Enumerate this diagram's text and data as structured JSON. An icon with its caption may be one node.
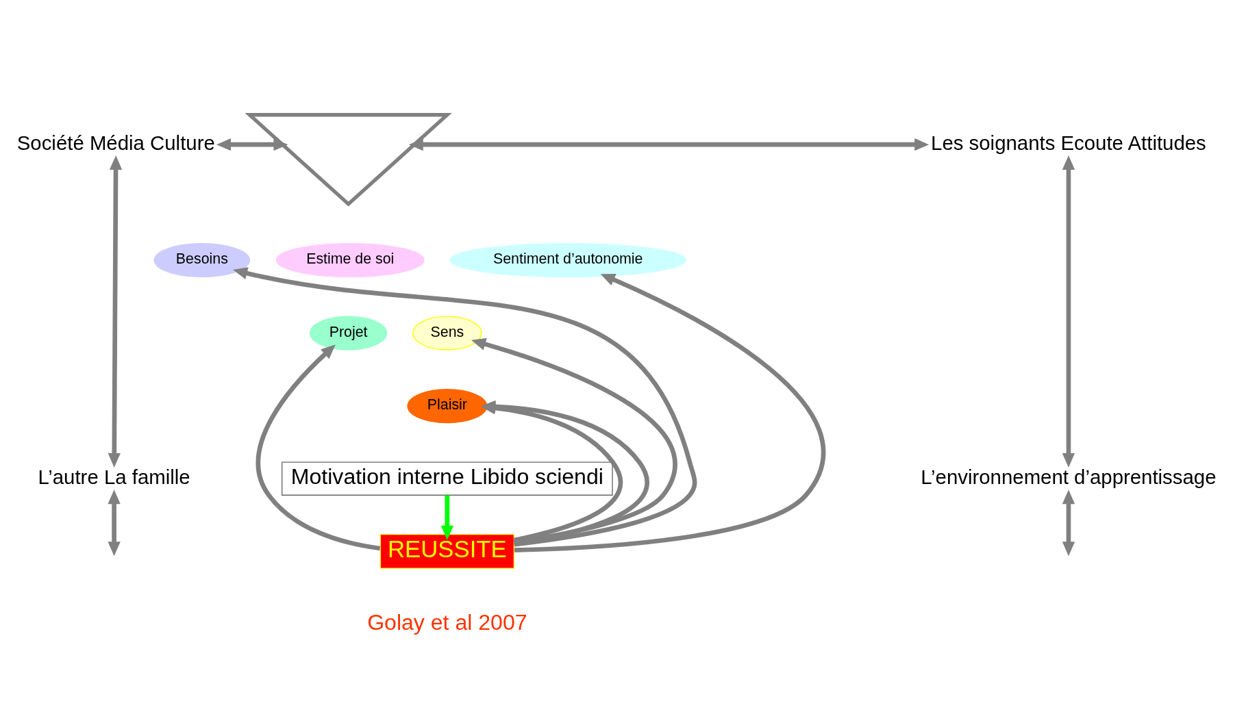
{
  "diagram": {
    "nodes": [
      {
        "text": [
          "Société Média Culture"
        ]
      },
      {
        "text": [
          "Les soignants Ecoute Attitudes"
        ]
      },
      {
        "text": [
          "L’autre La famille"
        ]
      },
      {
        "text": [
          "L’environnement d’apprentissage"
        ]
      },
      {
        "text": [],
        "shape": "triangle"
      },
      {
        "text": [
          "Besoins"
        ]
      },
      {
        "text": [
          "Estime de soi"
        ]
      },
      {
        "text": [
          "Sentiment d’autonomie"
        ]
      },
      {
        "text": [
          "Projet"
        ]
      },
      {
        "text": [
          "Sens"
        ]
      },
      {
        "text": [
          "Plaisir"
        ]
      },
      {
        "text": [
          "Motivation interne Libido sciendi"
        ]
      },
      {
        "text": [
          "REUSSITE"
        ]
      }
    ],
    "edges": [
      {
        "from": 0,
        "to": 4,
        "arrow": "both"
      },
      {
        "from": 4,
        "to": 1,
        "arrow": "both"
      },
      {
        "from": 0,
        "to": 2,
        "arrow": "both"
      },
      {
        "from": 1,
        "to": 3,
        "arrow": "both"
      },
      {
        "from": 2,
        "to": null,
        "arrow": "both"
      },
      {
        "from": 3,
        "to": null,
        "arrow": "both"
      },
      {
        "from": 11,
        "to": 12,
        "arrow": "to",
        "color": "#00ff00"
      },
      {
        "from": 12,
        "to": 5,
        "arrow": "to"
      },
      {
        "from": 12,
        "to": 8,
        "arrow": "to"
      },
      {
        "from": 12,
        "to": 10,
        "arrow": "to"
      },
      {
        "from": 12,
        "to": 7,
        "arrow": "to"
      },
      {
        "from": 12,
        "to": 9,
        "arrow": "to"
      },
      {
        "from": 12,
        "to": 10,
        "arrow": "to"
      }
    ],
    "labels": [
      "Golay et al 2007"
    ]
  }
}
